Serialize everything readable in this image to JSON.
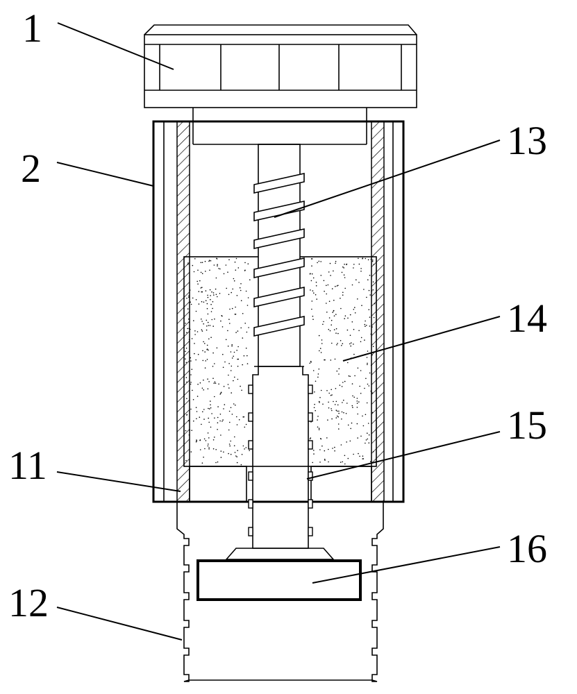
{
  "labels": {
    "part_1": "1",
    "part_2": "2",
    "part_11": "11",
    "part_12": "12",
    "part_13": "13",
    "part_14": "14",
    "part_15": "15",
    "part_16": "16"
  },
  "colors": {
    "ink": "#000000",
    "background": "#ffffff"
  }
}
